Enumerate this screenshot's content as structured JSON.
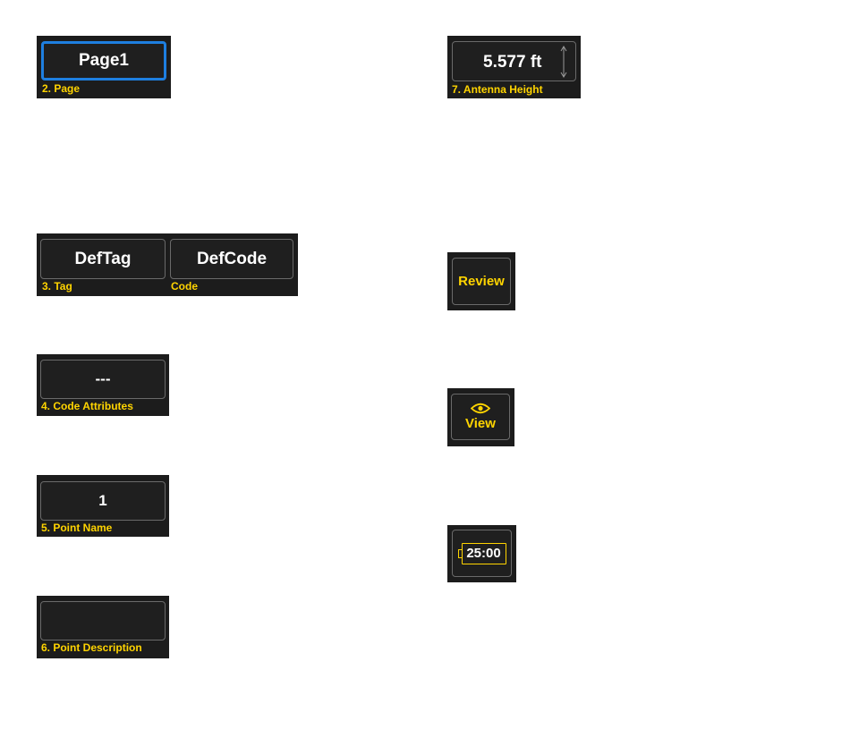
{
  "page_field": {
    "value": "Page1",
    "label": "2. Page"
  },
  "antenna_field": {
    "value": "5.577 ft",
    "label": "7. Antenna Height",
    "icon": "double-arrow-vertical-icon"
  },
  "tag_field": {
    "value": "DefTag",
    "label": "3. Tag"
  },
  "code_field": {
    "value": "DefCode",
    "label": "Code"
  },
  "review_button": {
    "label": "Review"
  },
  "code_attributes_field": {
    "value": "---",
    "label": "4. Code Attributes"
  },
  "view_button": {
    "label": "View",
    "icon": "eye-icon"
  },
  "point_name_field": {
    "value": "1",
    "label": "5. Point Name"
  },
  "timer_button": {
    "value": "25:00",
    "icon": "battery-timer-icon"
  },
  "point_description_field": {
    "value": "",
    "label": "6. Point Description"
  },
  "colors": {
    "panel": "#1c1c1c",
    "label": "#ffd400",
    "selected_border": "#1e7fe0"
  }
}
